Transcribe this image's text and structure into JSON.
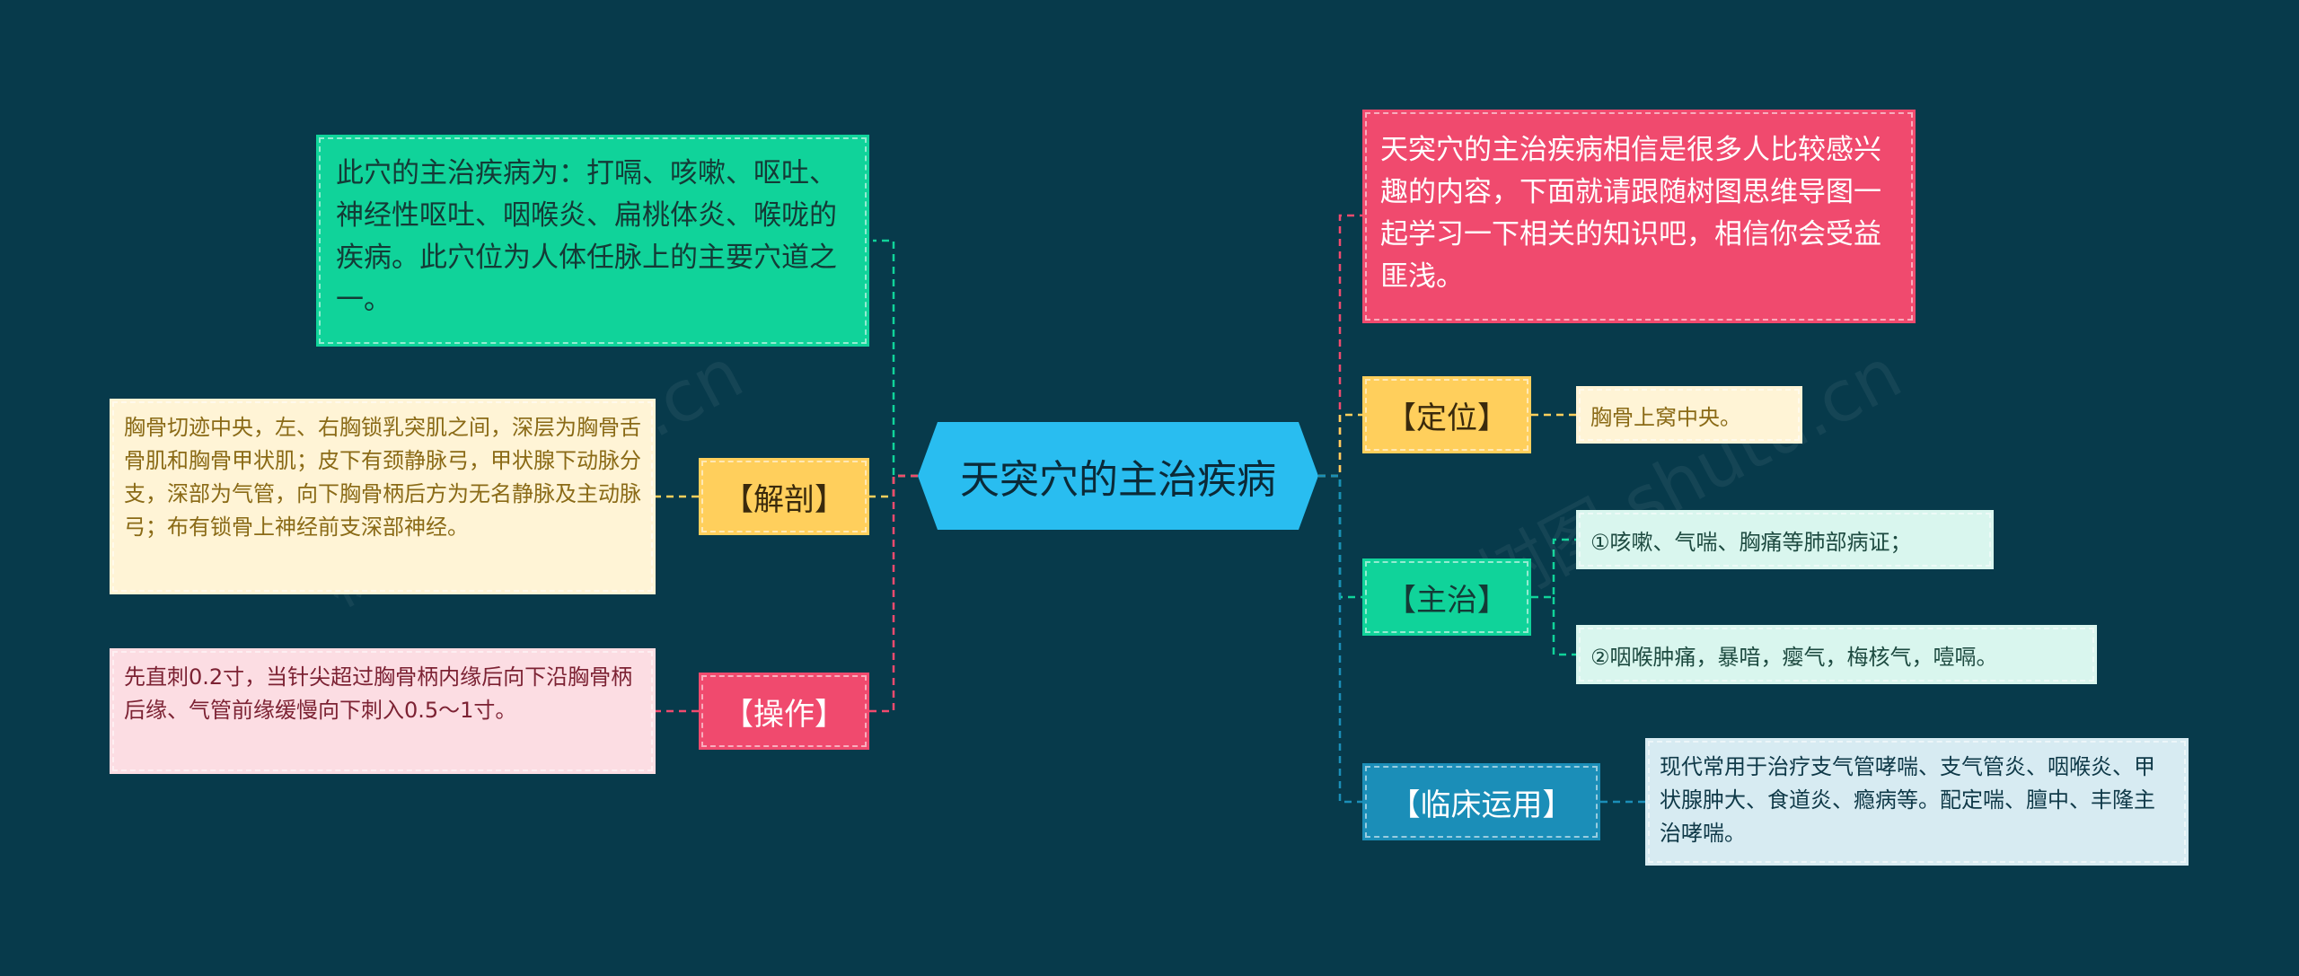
{
  "center": {
    "title": "天突穴的主治疾病"
  },
  "left": {
    "intro": "此穴的主治疾病为：打嗝、咳嗽、呕吐、神经性呕吐、咽喉炎、扁桃体炎、喉咙的疾病。此穴位为人体任脉上的主要穴道之一。",
    "anatomy": {
      "label": "【解剖】",
      "detail": "胸骨切迹中央，左、右胸锁乳突肌之间，深层为胸骨舌骨肌和胸骨甲状肌；皮下有颈静脉弓，甲状腺下动脉分支，深部为气管，向下胸骨柄后方为无名静脉及主动脉弓；布有锁骨上神经前支深部神经。"
    },
    "operation": {
      "label": "【操作】",
      "detail": "先直刺0.2寸，当针尖超过胸骨柄内缘后向下沿胸骨柄后缘、气管前缘缓慢向下刺入0.5～1寸。"
    }
  },
  "right": {
    "intro": "天突穴的主治疾病相信是很多人比较感兴趣的内容，下面就请跟随树图思维导图一起学习一下相关的知识吧，相信你会受益匪浅。",
    "location": {
      "label": "【定位】",
      "detail": "胸骨上窝中央。"
    },
    "indication": {
      "label": "【主治】",
      "items": [
        "①咳嗽、气喘、胸痛等肺部病证；",
        "②咽喉肿痛，暴喑，瘿气，梅核气，噎嗝。"
      ]
    },
    "clinical": {
      "label": "【临床运用】",
      "detail": "现代常用于治疗支气管哮喘、支气管炎、咽喉炎、甲状腺肿大、食道炎、瘾病等。配定喘、膻中、丰隆主治哮喘。"
    }
  },
  "watermarks": [
    "树图 shutu.cn",
    "树图 shutu.cn"
  ],
  "colors": {
    "background": "#073a4b",
    "center": "#29bdf0",
    "green": "#10d39a",
    "yellow": "#ffcf5c",
    "pink": "#f04a6e",
    "blue": "#1b8eb8"
  }
}
